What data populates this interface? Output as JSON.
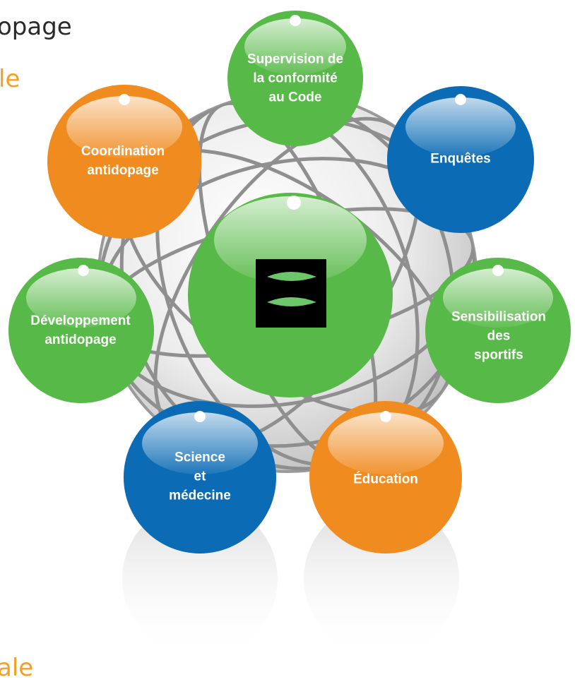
{
  "fragments": {
    "top_line_1": "opage",
    "top_line_2": "le",
    "bottom_line": "ale"
  },
  "colors": {
    "green": "#57b947",
    "orange": "#f08b20",
    "blue": "#0b6bb5",
    "text": "#ffffff"
  },
  "center": {
    "logo": "wada-logo-icon"
  },
  "nodes": [
    {
      "id": "supervision",
      "color": "green",
      "lines": [
        "Supervision de",
        "la conformité",
        "au Code"
      ]
    },
    {
      "id": "coordination",
      "color": "orange",
      "lines": [
        "Coordination",
        "antidopage"
      ]
    },
    {
      "id": "enquetes",
      "color": "blue",
      "lines": [
        "Enquêtes"
      ]
    },
    {
      "id": "developpement",
      "color": "green",
      "lines": [
        "Développement",
        "antidopage"
      ]
    },
    {
      "id": "sensibilisation",
      "color": "green",
      "lines": [
        "Sensibilisation",
        "des",
        "sportifs"
      ]
    },
    {
      "id": "science",
      "color": "blue",
      "lines": [
        "Science",
        "et",
        "médecine"
      ]
    },
    {
      "id": "education",
      "color": "orange",
      "lines": [
        "Éducation"
      ]
    }
  ]
}
